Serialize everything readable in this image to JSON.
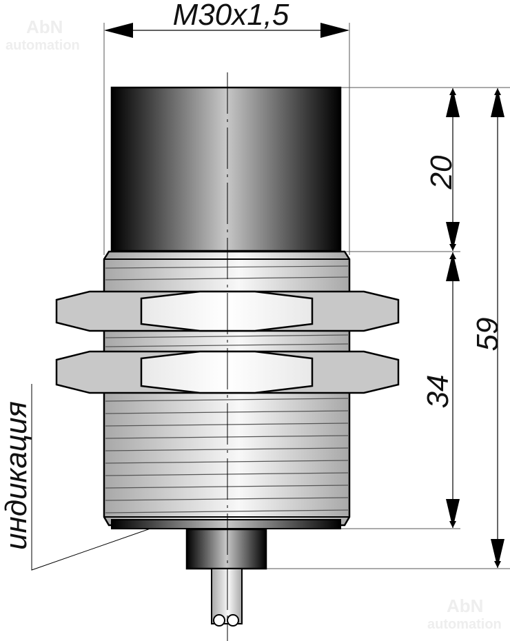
{
  "watermark": {
    "line1": "AbN",
    "line2": "automation"
  },
  "dimensions": {
    "thread": "M30x1,5",
    "cap_length": "20",
    "thread_length": "34",
    "total_length": "59"
  },
  "labels": {
    "indicator": "индикация"
  },
  "colors": {
    "line": "#000000",
    "metal": "#c8c8c8",
    "cap": "#111111"
  }
}
